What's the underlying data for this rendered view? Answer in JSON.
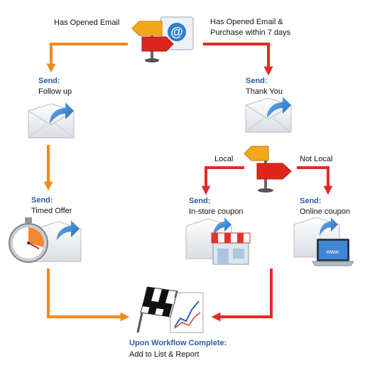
{
  "branches": {
    "top_left": "Has Opened Email",
    "top_right_line1": "Has Opened Email &",
    "top_right_line2": "Purchase within 7 days",
    "mid_left": "Local",
    "mid_right": "Not Local"
  },
  "steps": {
    "send_prefix": "Send:",
    "follow_up": "Follow up",
    "thank_you": "Thank You",
    "timed_offer": "Timed Offer",
    "instore_coupon": "In-store coupon",
    "online_coupon": "Online coupon"
  },
  "completion": {
    "title": "Upon Workflow Complete:",
    "action": "Add to List & Report"
  },
  "colors": {
    "orange_path": "#f08a1c",
    "red_path": "#e22a24",
    "label_blue": "#2a5e9c",
    "email_arrow_blue": "#2e7dd6"
  },
  "icons": [
    "signpost-email-icon",
    "email-arrow-icon",
    "stopwatch-email-icon",
    "store-email-icon",
    "laptop-email-icon",
    "checkered-flag-chart-icon",
    "signpost-icon"
  ]
}
